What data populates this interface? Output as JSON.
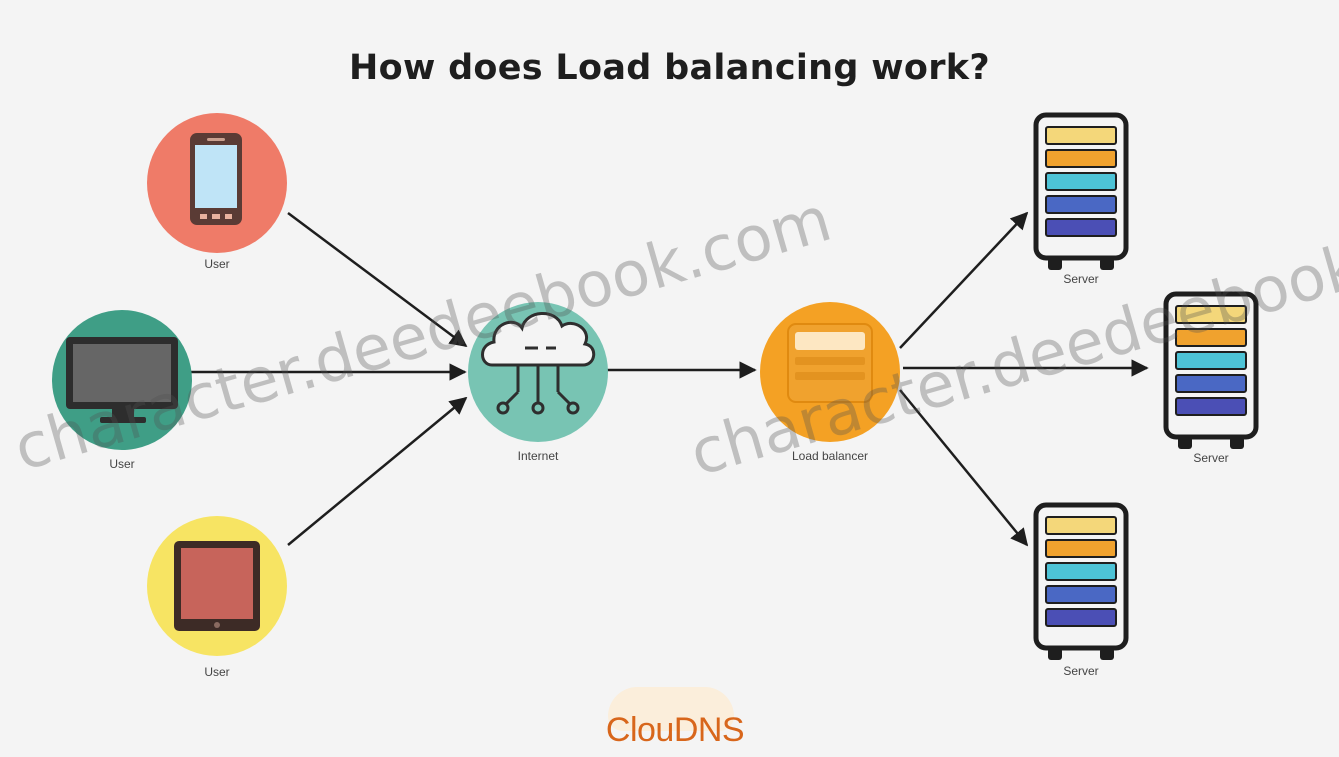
{
  "title": "How does Load balancing work?",
  "nodes": {
    "user_phone": {
      "label": "User"
    },
    "user_desktop": {
      "label": "User"
    },
    "user_tablet": {
      "label": "User"
    },
    "internet": {
      "label": "Internet"
    },
    "load_balancer": {
      "label": "Load balancer"
    },
    "server_top": {
      "label": "Server"
    },
    "server_middle": {
      "label": "Server"
    },
    "server_bottom": {
      "label": "Server"
    }
  },
  "watermark": {
    "text_left": "character.deedeebook.com",
    "text_right": "character.deedeebook.com"
  },
  "logo": {
    "text": "ClouDNS",
    "alt": "ClouDNS logo"
  },
  "colors": {
    "phone_circle": "#ef7b68",
    "desktop_circle": "#3f9e86",
    "tablet_circle": "#f7e463",
    "internet_circle": "#78c4b3",
    "load_balancer_circle": "#f4a124",
    "arrow": "#1e1e1e",
    "server_row_yellow": "#f4d77a",
    "server_row_orange": "#f0a22e",
    "server_row_cyan": "#4dc3d6",
    "server_row_blue": "#4a68c4",
    "server_row_indigo": "#4b4fb5"
  }
}
